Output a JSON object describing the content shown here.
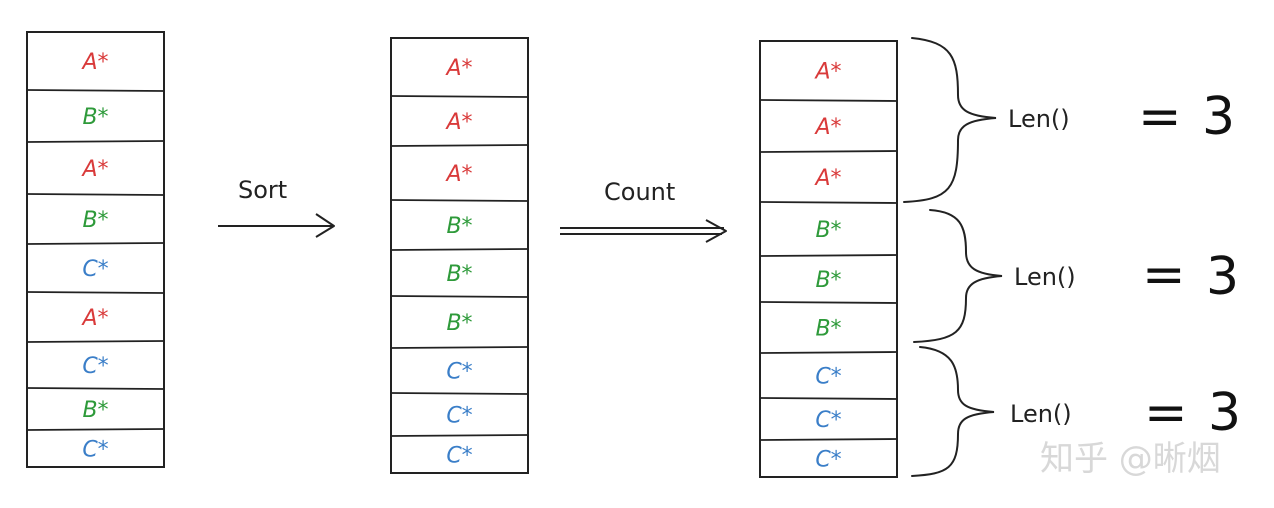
{
  "colors": {
    "A": "#d93a3a",
    "B": "#2e9a3a",
    "C": "#3a7ec8",
    "stroke": "#222222"
  },
  "columns": [
    {
      "id": "unsorted",
      "cells": [
        "A*",
        "B*",
        "A*",
        "B*",
        "C*",
        "A*",
        "C*",
        "B*",
        "C*"
      ]
    },
    {
      "id": "sorted",
      "cells": [
        "A*",
        "A*",
        "A*",
        "B*",
        "B*",
        "B*",
        "C*",
        "C*",
        "C*"
      ]
    },
    {
      "id": "counted",
      "cells": [
        "A*",
        "A*",
        "A*",
        "B*",
        "B*",
        "B*",
        "C*",
        "C*",
        "C*"
      ]
    }
  ],
  "arrows": {
    "sort_label": "Sort",
    "count_label": "Count"
  },
  "groups": [
    {
      "func": "Len()",
      "equals": "=",
      "result": "3"
    },
    {
      "func": "Len()",
      "equals": "=",
      "result": "3"
    },
    {
      "func": "Len()",
      "equals": "=",
      "result": "3"
    }
  ],
  "watermark": "知乎 @晰烟"
}
